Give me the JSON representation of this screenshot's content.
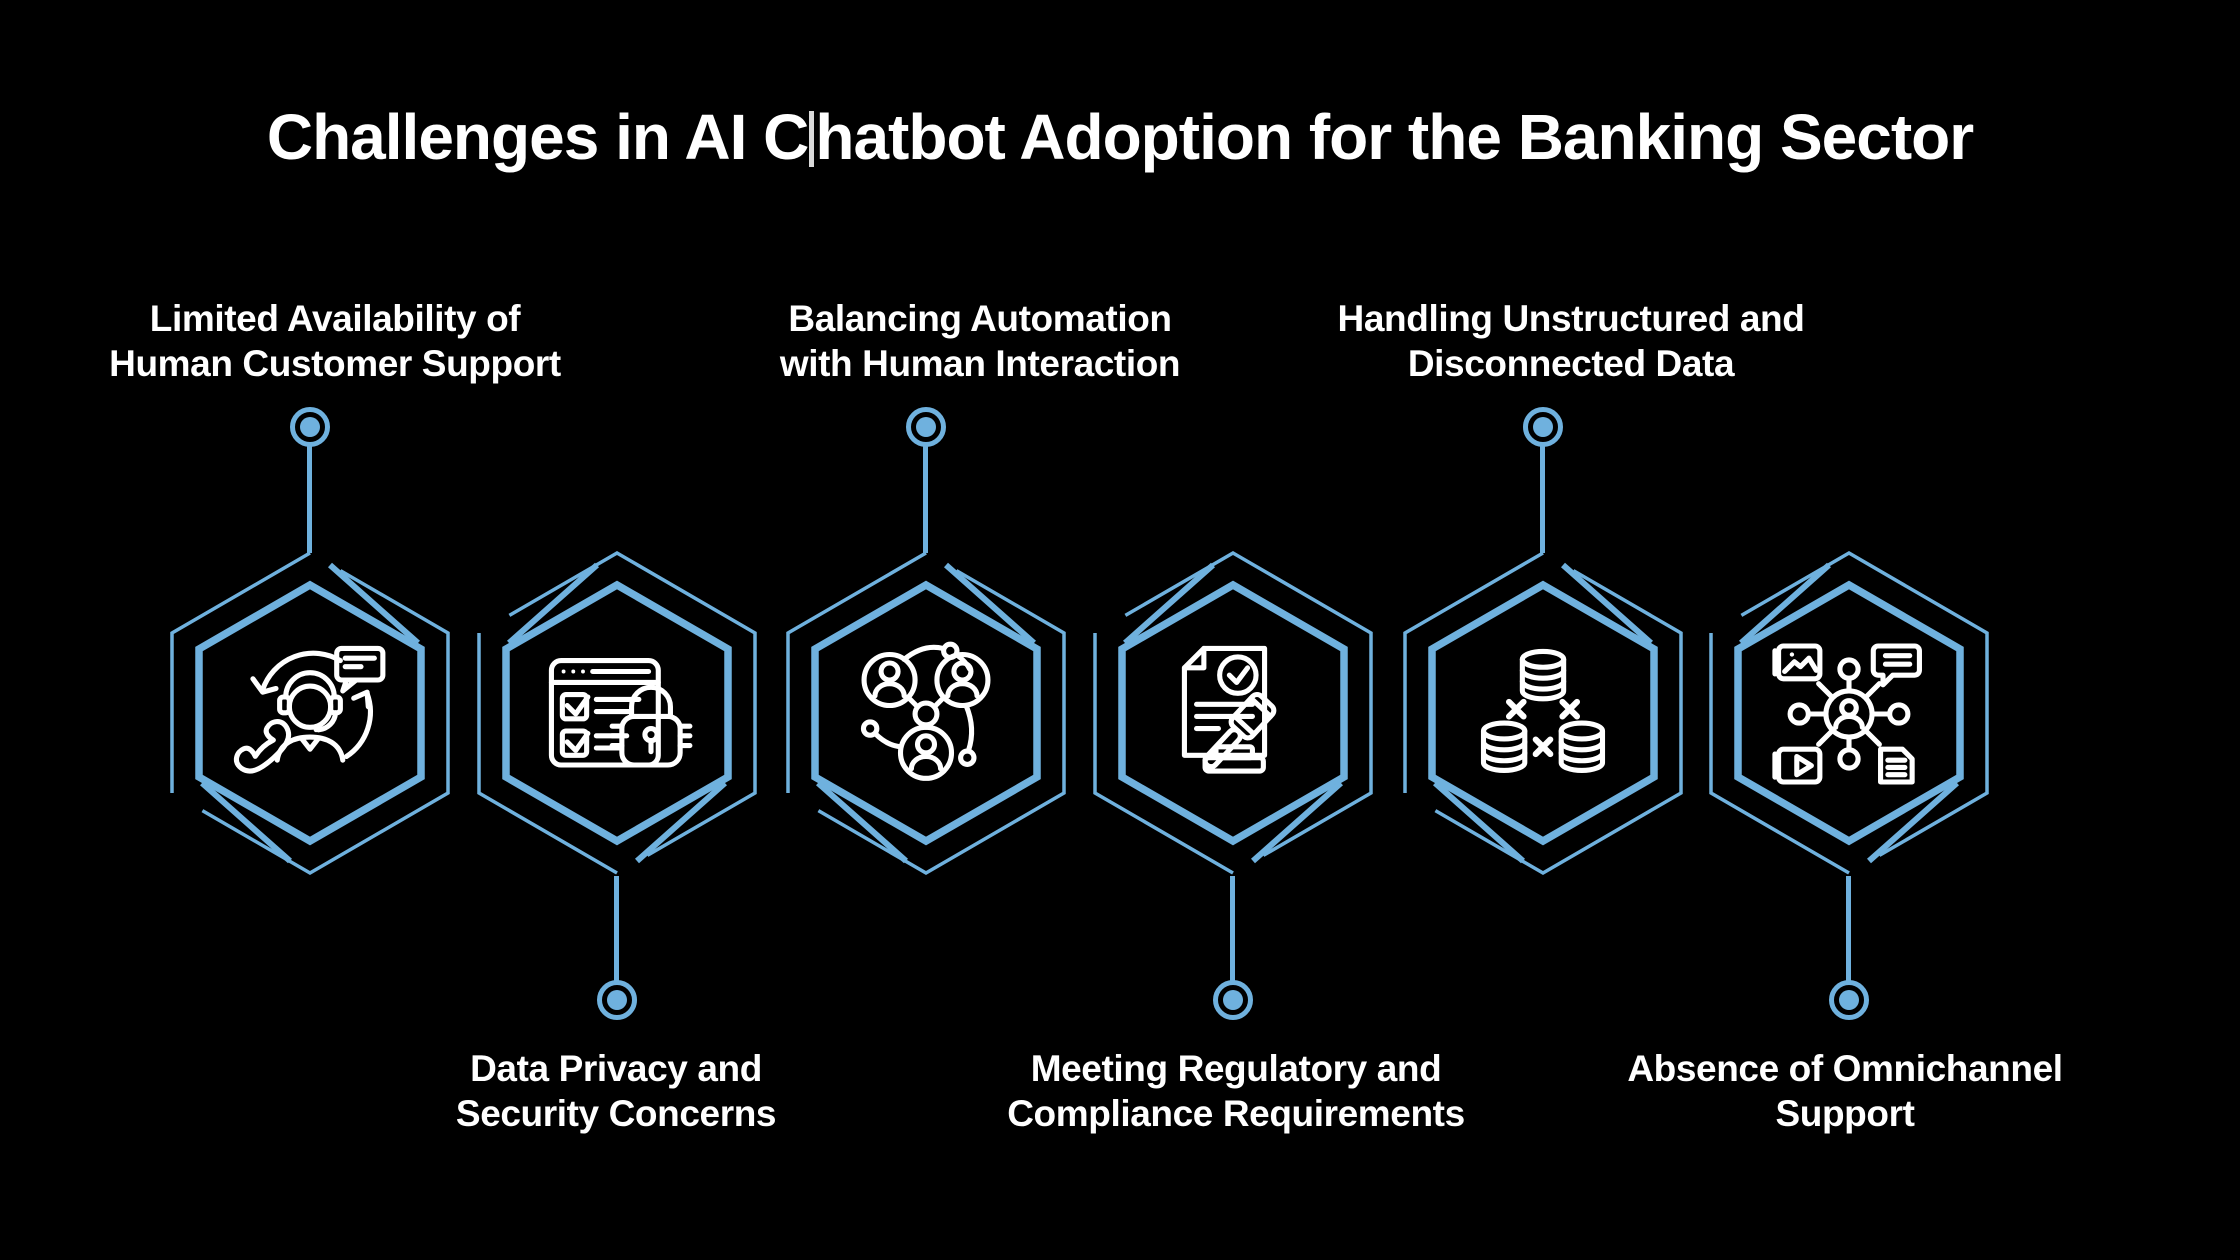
{
  "header": {
    "title_before_cursor": "Challenges in AI C",
    "title_after_cursor": "hatbot Adoption for the Banking Sector"
  },
  "theme": {
    "background": "#000000",
    "accent": "#6fb1de",
    "text": "#ffffff",
    "icon_stroke": "#ffffff"
  },
  "challenges": [
    {
      "label_line1": "Limited Availability of",
      "label_line2": "Human Customer Support",
      "icon": "customer-support-icon",
      "label_position": "top"
    },
    {
      "label_line1": "Data Privacy and",
      "label_line2": "Security Concerns",
      "icon": "privacy-lock-icon",
      "label_position": "bottom"
    },
    {
      "label_line1": "Balancing Automation",
      "label_line2": "with Human Interaction",
      "icon": "people-network-icon",
      "label_position": "top"
    },
    {
      "label_line1": "Meeting Regulatory and",
      "label_line2": "Compliance Requirements",
      "icon": "regulatory-gavel-icon",
      "label_position": "bottom"
    },
    {
      "label_line1": "Handling Unstructured and",
      "label_line2": "Disconnected Data",
      "icon": "disconnected-data-icon",
      "label_position": "top"
    },
    {
      "label_line1": "Absence of Omnichannel",
      "label_line2": "Support",
      "icon": "omnichannel-icon",
      "label_position": "bottom"
    }
  ]
}
